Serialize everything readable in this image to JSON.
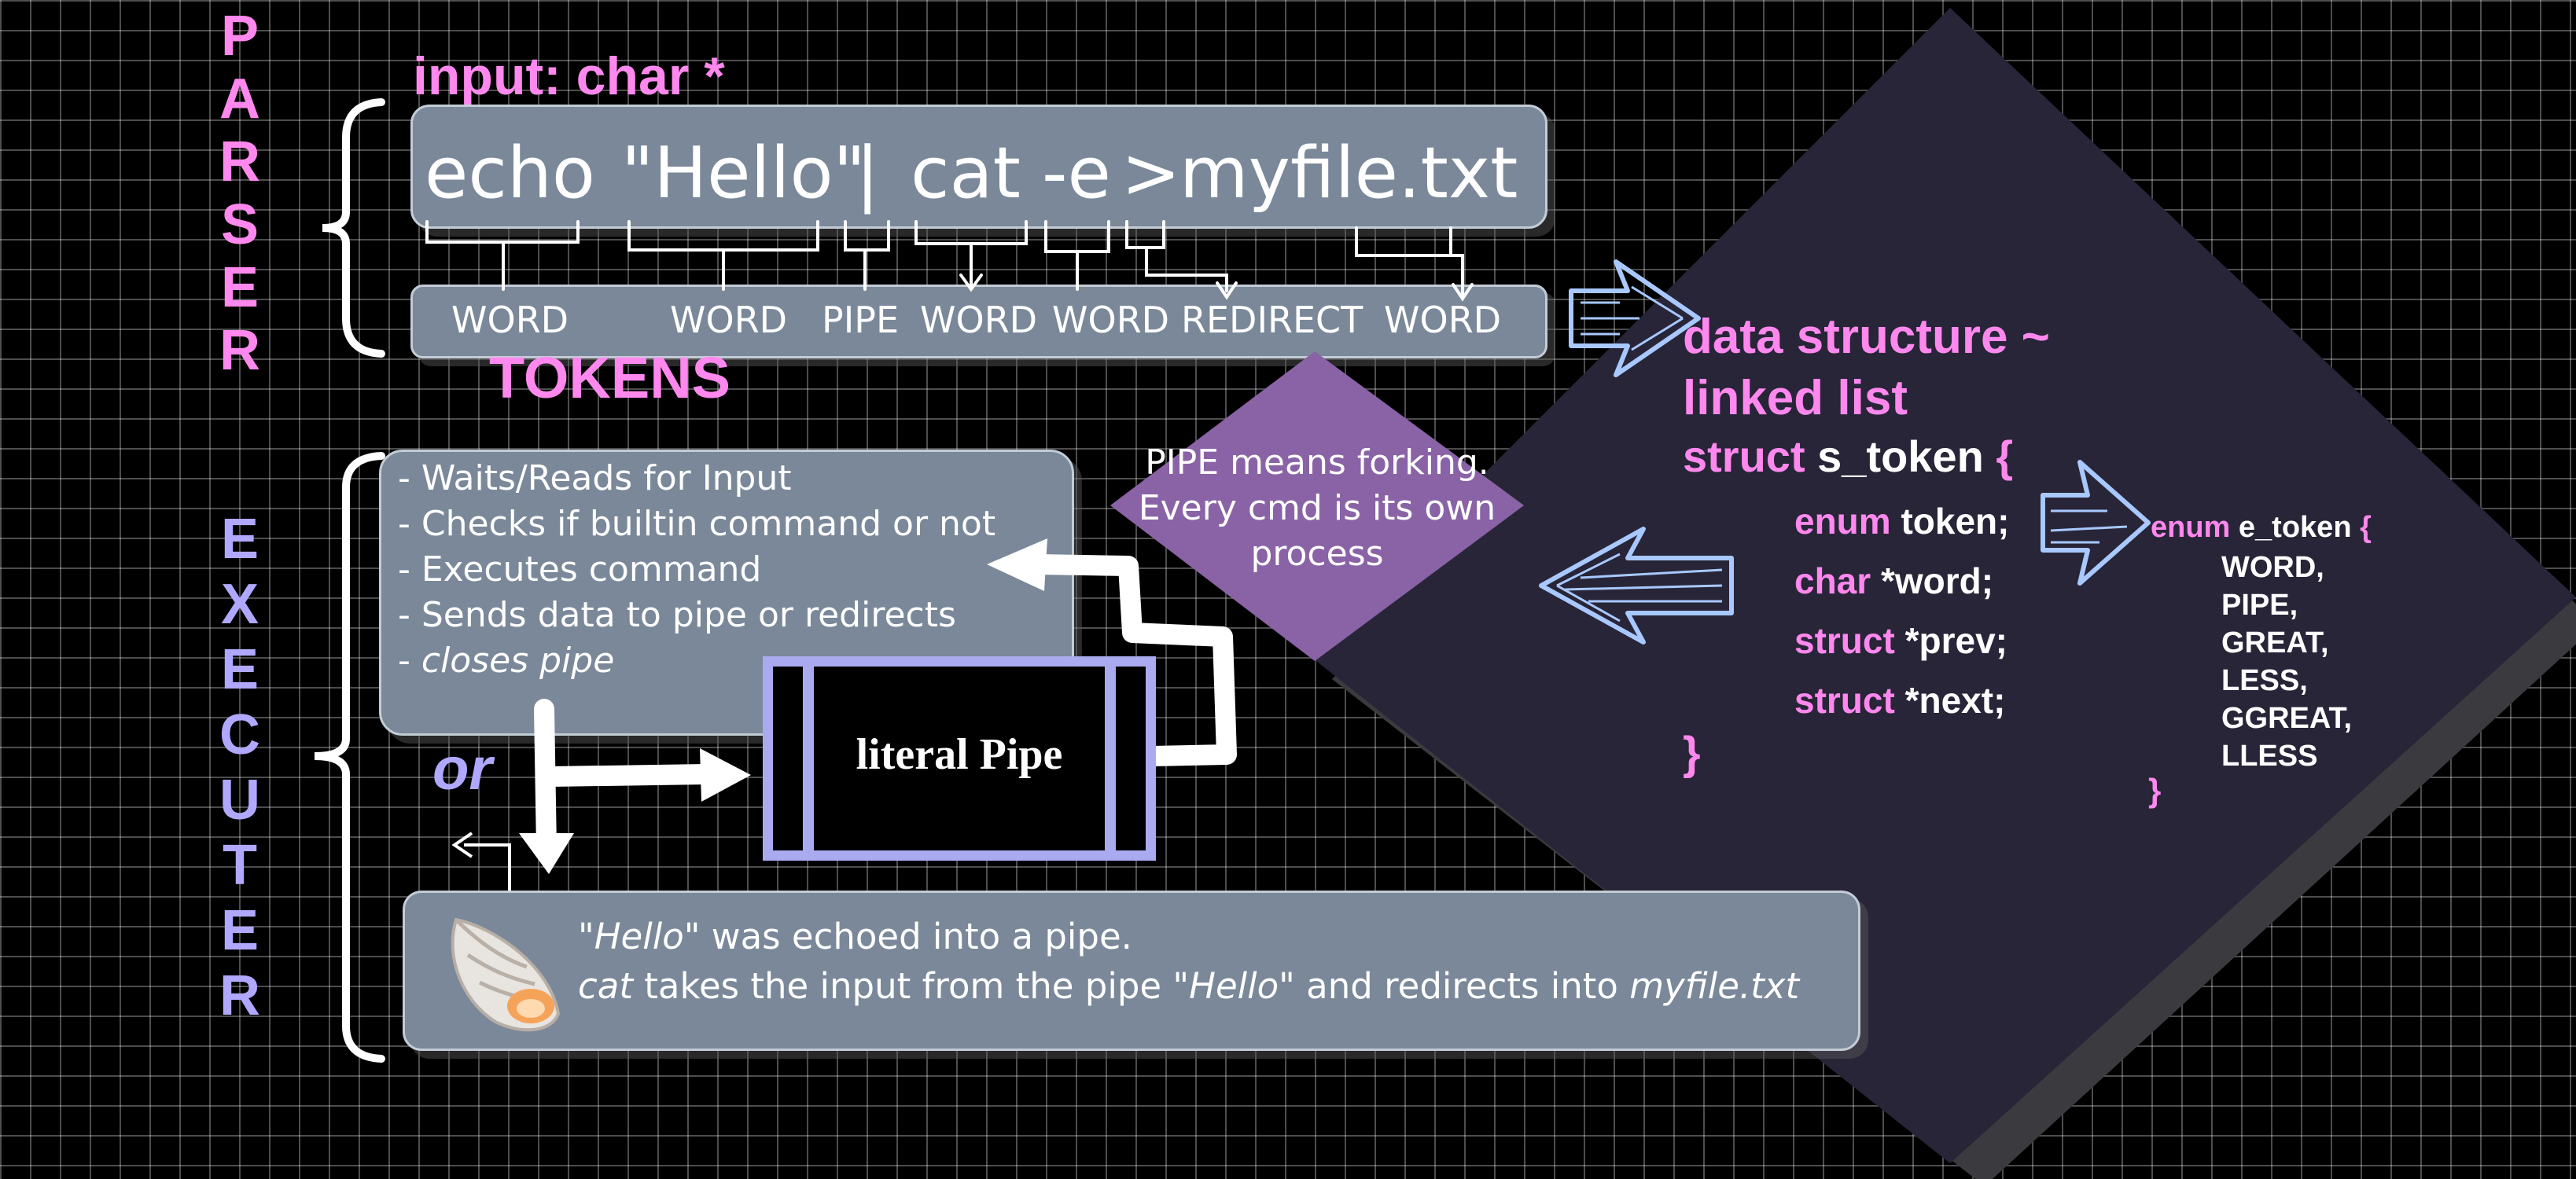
{
  "side_labels": {
    "parser": [
      "P",
      "A",
      "R",
      "S",
      "E",
      "R"
    ],
    "executer": [
      "E",
      "X",
      "E",
      "C",
      "U",
      "T",
      "E",
      "R"
    ]
  },
  "parser": {
    "input_label": "input: char *",
    "command_parts": [
      "echo",
      "\"Hello\"",
      "|",
      "cat",
      "-e",
      ">",
      "myfile.txt"
    ],
    "tokens": [
      "WORD",
      "WORD",
      "PIPE",
      "WORD",
      "WORD",
      "REDIRECT",
      "WORD"
    ],
    "tokens_label": "TOKENS"
  },
  "executer": {
    "steps": [
      "- Waits/Reads for Input",
      "- Checks if builtin command or not",
      "- Executes command",
      "- Sends data to pipe or redirects"
    ],
    "last_step_prefix": "- ",
    "last_step_italic": "closes pipe",
    "or_label": "or",
    "pipe_box_label": "literal Pipe",
    "result_line1_italic": "\"Hello\"",
    "result_line1_rest": " was echoed into a pipe.",
    "result_line2_a": "cat",
    "result_line2_b": " takes the input from the pipe ",
    "result_line2_c": "\"Hello\"",
    "result_line2_d": " and redirects into ",
    "result_line2_e": "myfile.txt",
    "shell_icon": "spiral-shell-icon"
  },
  "pipe_note": {
    "lines": [
      "PIPE means forking.",
      "Every cmd is its own",
      "process"
    ]
  },
  "data_structure": {
    "title_line1": "data structure ~",
    "title_line2": "linked list",
    "struct_kw": "struct",
    "struct_name": " s_token ",
    "open_brace": "{",
    "fields": [
      {
        "type": "enum",
        "name": " token;"
      },
      {
        "type": "char",
        "name": " *word;"
      },
      {
        "type": "struct",
        "name": " *prev;"
      },
      {
        "type": "struct",
        "name": " *next;"
      }
    ],
    "close_brace": "}",
    "enum_kw": "enum",
    "enum_name": " e_token ",
    "enum_open": "{",
    "enum_values": [
      "WORD,",
      "PIPE,",
      "GREAT,",
      "LESS,",
      "GGREAT,",
      "LLESS"
    ],
    "enum_close": "}"
  },
  "colors": {
    "pink": "#ff88ee",
    "lavender": "#b0a8ff",
    "panel": "#7a8899",
    "diamond": "#282538",
    "purple_note": "#8a63a6",
    "arrow_blue": "#a8c8ff"
  }
}
